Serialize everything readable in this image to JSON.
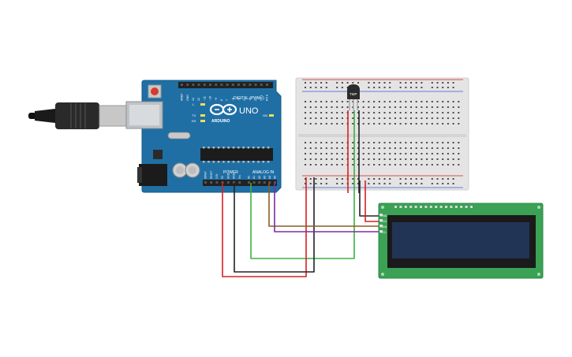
{
  "arduino": {
    "brand": "ARDUINO",
    "model": "UNO",
    "digital_header_label": "DIGITAL (PWM~)",
    "power_header_label": "POWER",
    "analog_header_label": "ANALOG IN",
    "led_labels": [
      "L",
      "TX",
      "RX"
    ],
    "on_label": "ON",
    "digital_pin_labels": [
      "AREF",
      "GND",
      "13",
      "12",
      "~11",
      "~10",
      "~9",
      "8",
      "7",
      "~6",
      "~5",
      "4",
      "~3",
      "2",
      "TX 1",
      "RX 0"
    ],
    "power_pin_labels": [
      "IOREF",
      "RESET",
      "3.3V",
      "5V",
      "GND",
      "GND",
      "Vin"
    ],
    "analog_pin_labels": [
      "A0",
      "A1",
      "A2",
      "A3",
      "A4",
      "A5"
    ]
  },
  "sensor": {
    "label": "TMP"
  },
  "lcd": {
    "pin_labels": [
      "GND",
      "VCC",
      "SDA",
      "SCL"
    ]
  },
  "colors": {
    "board_blue": "#1f6fa5",
    "breadboard": "#e4e4e4",
    "lcd_pcb": "#3aa155",
    "lcd_screen": "#223456",
    "wire_red": "#d62020",
    "wire_black": "#222222",
    "wire_green": "#3cb043",
    "wire_brown": "#8b5a2b",
    "wire_purple": "#7a2fa0"
  }
}
